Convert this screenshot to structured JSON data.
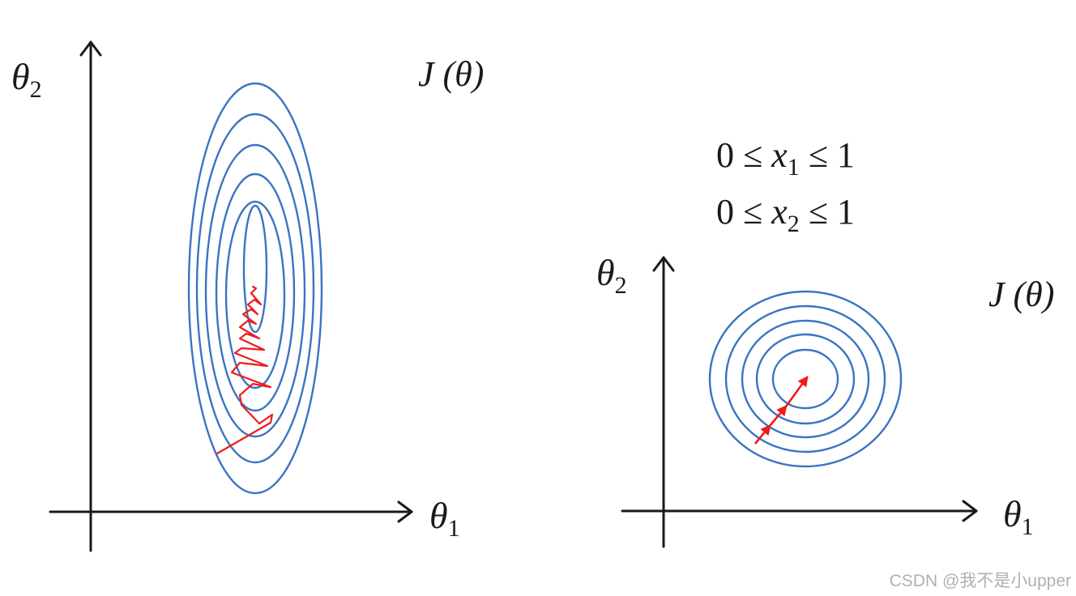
{
  "colors": {
    "contour": "#3a74c2",
    "path": "#ee1c1c",
    "axis": "#1a1a1a",
    "watermark": "#b0b0b0"
  },
  "left": {
    "y_label": {
      "sym": "θ",
      "sub": "2"
    },
    "x_label": {
      "sym": "θ",
      "sub": "1"
    },
    "cost_label": "J (θ)"
  },
  "right": {
    "y_label": {
      "sym": "θ",
      "sub": "2"
    },
    "x_label": {
      "sym": "θ",
      "sub": "1"
    },
    "cost_label": "J (θ)",
    "constraints": [
      {
        "pre": "0 ≤ ",
        "var": "x",
        "sub": "1",
        "post": " ≤ 1"
      },
      {
        "pre": "0 ≤ ",
        "var": "x",
        "sub": "2",
        "post": " ≤ 1"
      }
    ]
  },
  "watermark": "CSDN @我不是小upper",
  "icons": {
    "axis_arrow": "arrowhead-icon",
    "step_arrow": "step-arrow-icon"
  }
}
